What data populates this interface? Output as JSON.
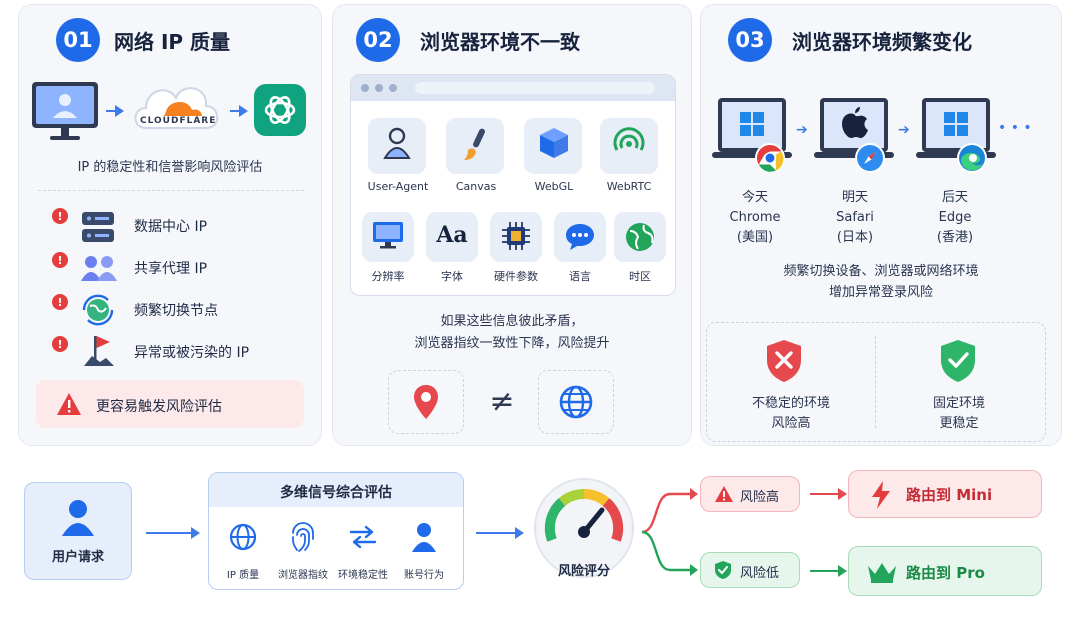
{
  "panel1": {
    "badge": "01",
    "title": "网络 IP 质量",
    "cloudflare_label": "CLOUDFLARE",
    "caption": "IP 的稳定性和信誉影响风险评估",
    "items": [
      {
        "label": "数据中心 IP",
        "icon": "server-icon"
      },
      {
        "label": "共享代理 IP",
        "icon": "users-icon"
      },
      {
        "label": "频繁切换节点",
        "icon": "globe-cycle-icon"
      },
      {
        "label": "异常或被污染的 IP",
        "icon": "flag-icon"
      }
    ],
    "warning": "更容易触发风险评估"
  },
  "panel2": {
    "badge": "02",
    "title": "浏览器环境不一致",
    "row1": [
      {
        "label": "User-Agent",
        "icon": "user-icon"
      },
      {
        "label": "Canvas",
        "icon": "brush-icon"
      },
      {
        "label": "WebGL",
        "icon": "cube-icon"
      },
      {
        "label": "WebRTC",
        "icon": "signal-icon"
      }
    ],
    "row2": [
      {
        "label": "分辨率",
        "icon": "monitor-icon"
      },
      {
        "label": "字体",
        "icon": "font-icon",
        "glyph": "Aa"
      },
      {
        "label": "硬件参数",
        "icon": "chip-icon"
      },
      {
        "label": "语言",
        "icon": "chat-icon"
      },
      {
        "label": "时区",
        "icon": "globe-icon"
      }
    ],
    "caption_line1": "如果这些信息彼此矛盾，",
    "caption_line2": "浏览器指纹一致性下降，风险提升",
    "neq": "≠"
  },
  "panel3": {
    "badge": "03",
    "title": "浏览器环境频繁变化",
    "days": [
      {
        "day": "今天",
        "browser": "Chrome",
        "region": "(美国)",
        "os": "windows-icon",
        "browser_icon": "chrome-icon"
      },
      {
        "day": "明天",
        "browser": "Safari",
        "region": "(日本)",
        "os": "apple-icon",
        "browser_icon": "safari-icon"
      },
      {
        "day": "后天",
        "browser": "Edge",
        "region": "(香港)",
        "os": "windows-icon",
        "browser_icon": "edge-icon"
      }
    ],
    "ellipsis": "• • •",
    "caption_line1": "频繁切换设备、浏览器或网络环境",
    "caption_line2": "增加异常登录风险",
    "unstable_line1": "不稳定的环境",
    "unstable_line2": "风险高",
    "stable_line1": "固定环境",
    "stable_line2": "更稳定"
  },
  "flow": {
    "user_request": "用户请求",
    "multi_title": "多维信号综合评估",
    "signals": [
      {
        "label": "IP 质量",
        "icon": "globe-icon"
      },
      {
        "label": "浏览器指纹",
        "icon": "fingerprint-icon"
      },
      {
        "label": "环境稳定性",
        "icon": "swap-arrows-icon"
      },
      {
        "label": "账号行为",
        "icon": "user-icon"
      }
    ],
    "risk_score": "风险评分",
    "high_risk": "风险高",
    "low_risk": "风险低",
    "route_mini": "路由到 Mini",
    "route_pro": "路由到 Pro"
  },
  "colors": {
    "accent": "#1f6ae8",
    "danger": "#e53d3d",
    "success": "#22a55a"
  }
}
